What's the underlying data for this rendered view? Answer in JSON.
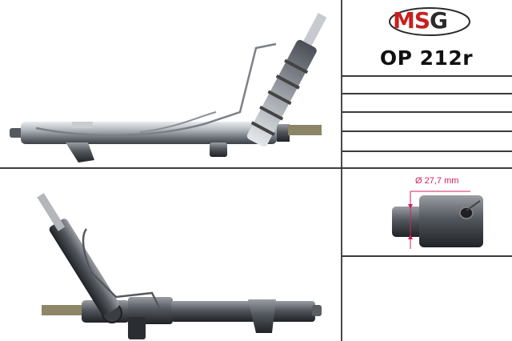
{
  "brand": {
    "logo_left": "MS",
    "logo_right": "G",
    "primary_color": "#c8201f",
    "secondary_color": "#2b2b2b"
  },
  "product": {
    "part_number": "OP 212r",
    "detail_dimension": "Ø 27,7 mm",
    "dimension_color": "#d2205e"
  },
  "spec_rows": [
    "",
    "",
    "",
    "",
    ""
  ],
  "images": [
    {
      "name": "steering-rack-view-top",
      "icon": "steering-rack"
    },
    {
      "name": "steering-rack-view-bottom",
      "icon": "steering-rack"
    },
    {
      "name": "rack-end-detail",
      "icon": "rack-end-closeup"
    }
  ]
}
